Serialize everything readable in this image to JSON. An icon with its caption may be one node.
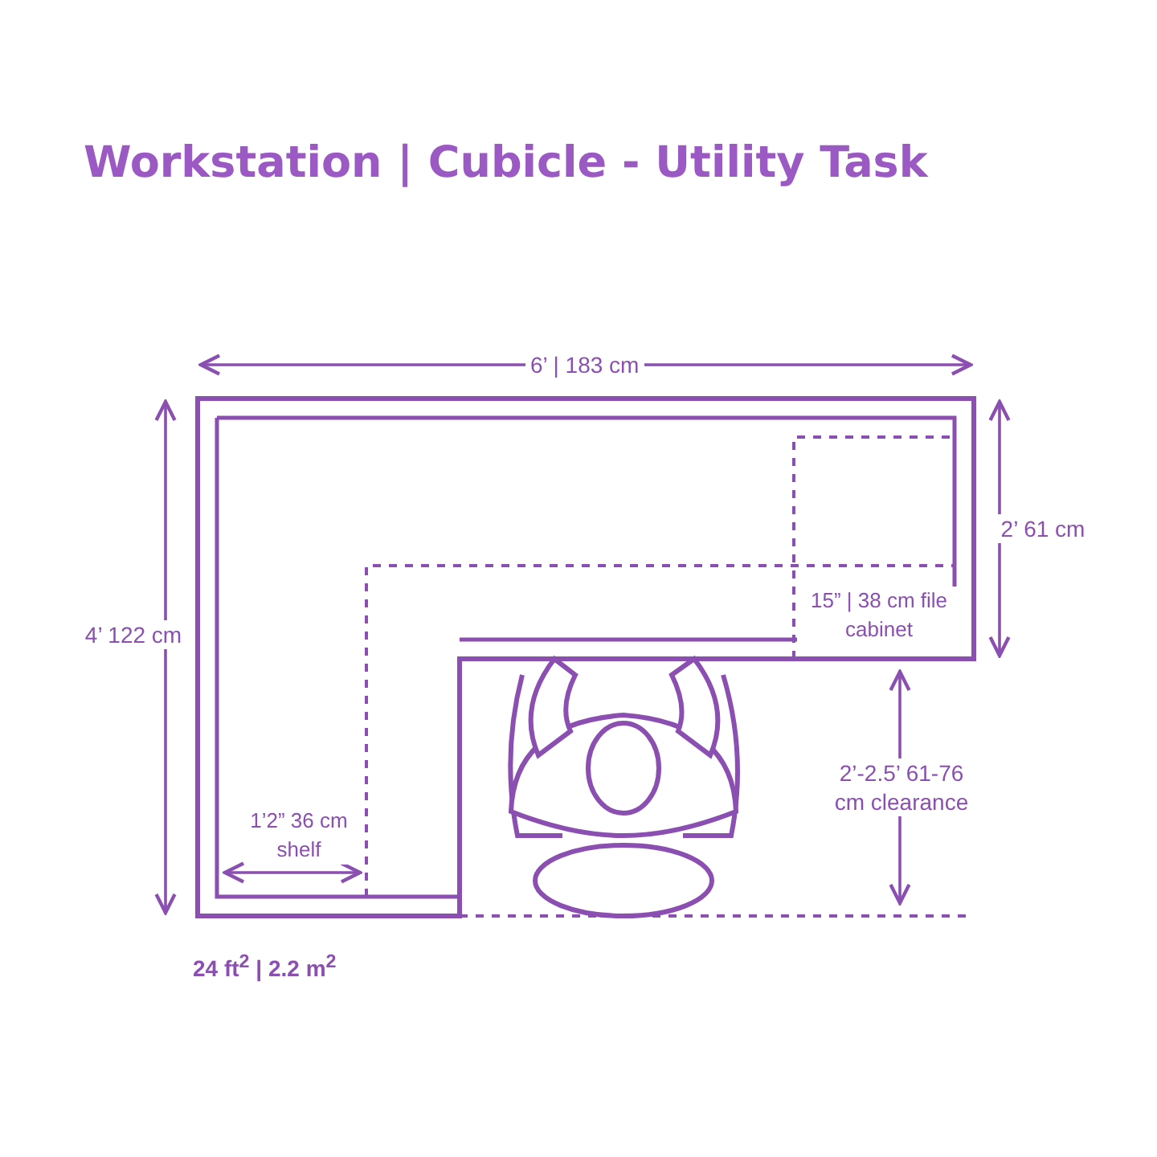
{
  "diagram": {
    "title": "Workstation | Cubicle - Utility Task",
    "labels": [
      "6’ | 183 cm",
      "2’ 61 cm",
      "4’ 122 cm",
      "15” | 38 cm file cabinet",
      "1’2” 36 cm shelf",
      "2’-2.5’ 61-76 cm clearance",
      "24 ft$^{2}$ | 2.2 m$^{2}$"
    ]
  }
}
